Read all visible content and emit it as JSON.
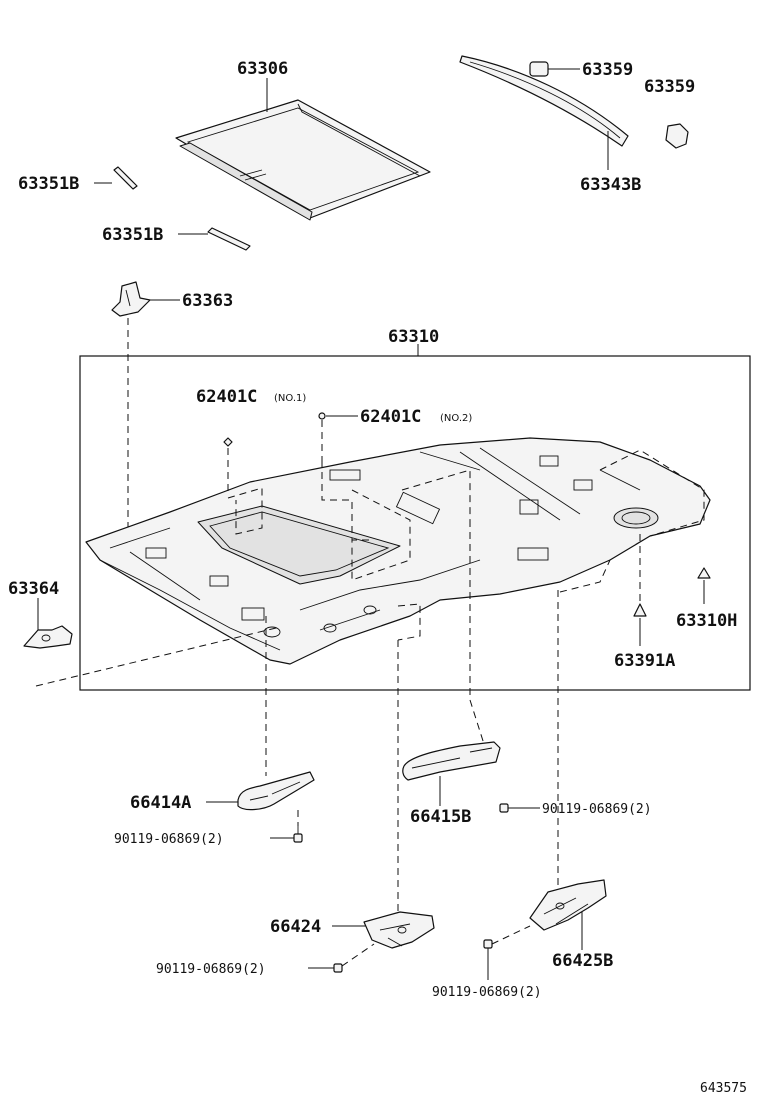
{
  "labels": {
    "p63306": "63306",
    "p63359a": "63359",
    "p63359b": "63359",
    "p63343B": "63343B",
    "p63351B_1": "63351B",
    "p63351B_2": "63351B",
    "p63363": "63363",
    "p63310": "63310",
    "p62401C_1": "62401C",
    "p62401C_1_note": "(NO.1)",
    "p62401C_2": "62401C",
    "p62401C_2_note": "(NO.2)",
    "p63364": "63364",
    "p63310H": "63310H",
    "p63391A": "63391A",
    "p66414A": "66414A",
    "screw_1": "90119-06869(2)",
    "p66415B": "66415B",
    "screw_2": "90119-06869(2)",
    "p66424": "66424",
    "screw_3": "90119-06869(2)",
    "p66425B": "66425B",
    "screw_4": "90119-06869(2)",
    "diagram_ref": "643575"
  }
}
